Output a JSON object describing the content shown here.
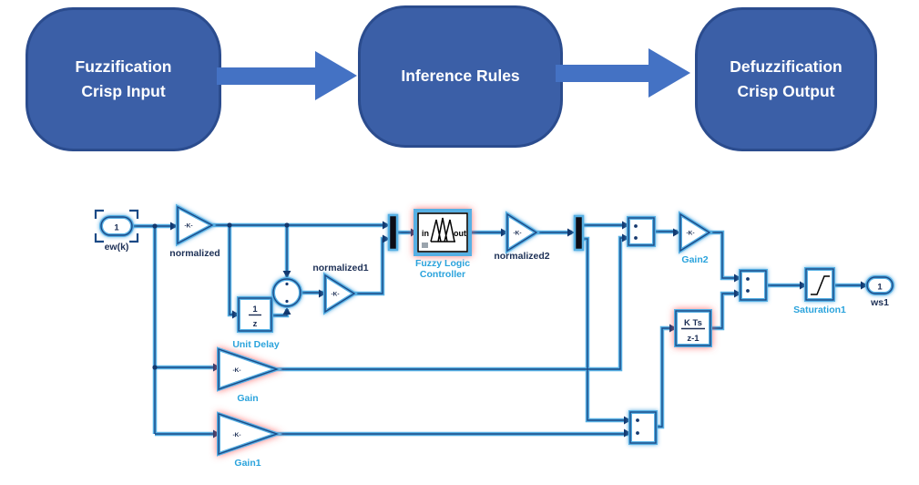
{
  "flowchart": {
    "block1": {
      "line1": "Fuzzification",
      "line2": "Crisp Input"
    },
    "block2": {
      "line1": "Inference Rules",
      "line2": ""
    },
    "block3": {
      "line1": "Defuzzification",
      "line2": "Crisp Output"
    },
    "fill_color": "#3b5fa7",
    "arrow_color": "#4472c4",
    "text_color": "#ffffff"
  },
  "model": {
    "inport": {
      "value": "1",
      "label": "ew(k)"
    },
    "outport": {
      "value": "1",
      "label": "ws1"
    },
    "blocks": {
      "normalized": "normalized",
      "normalized1": "normalized1",
      "normalized2": "normalized2",
      "unit_delay": "Unit Delay",
      "unit_delay_num": "1",
      "unit_delay_den": "z",
      "gain": "Gain",
      "gain1": "Gain1",
      "gain2": "Gain2",
      "gain_glyph": "-K-",
      "flc_line1": "Fuzzy Logic",
      "flc_line2": "Controller",
      "flc_in": "in",
      "flc_out": "out",
      "integrator_num": "K Ts",
      "integrator_den": "z-1",
      "saturation": "Saturation1"
    },
    "colors": {
      "wire_glow": "#57b0e4",
      "wire_core": "#1b4a86",
      "label_cyan": "#2aa3dc",
      "label_navy": "#1c2f55",
      "selection_glow_red": "#ff5a5a",
      "selection_glow_blue": "#4fa8e0"
    }
  }
}
